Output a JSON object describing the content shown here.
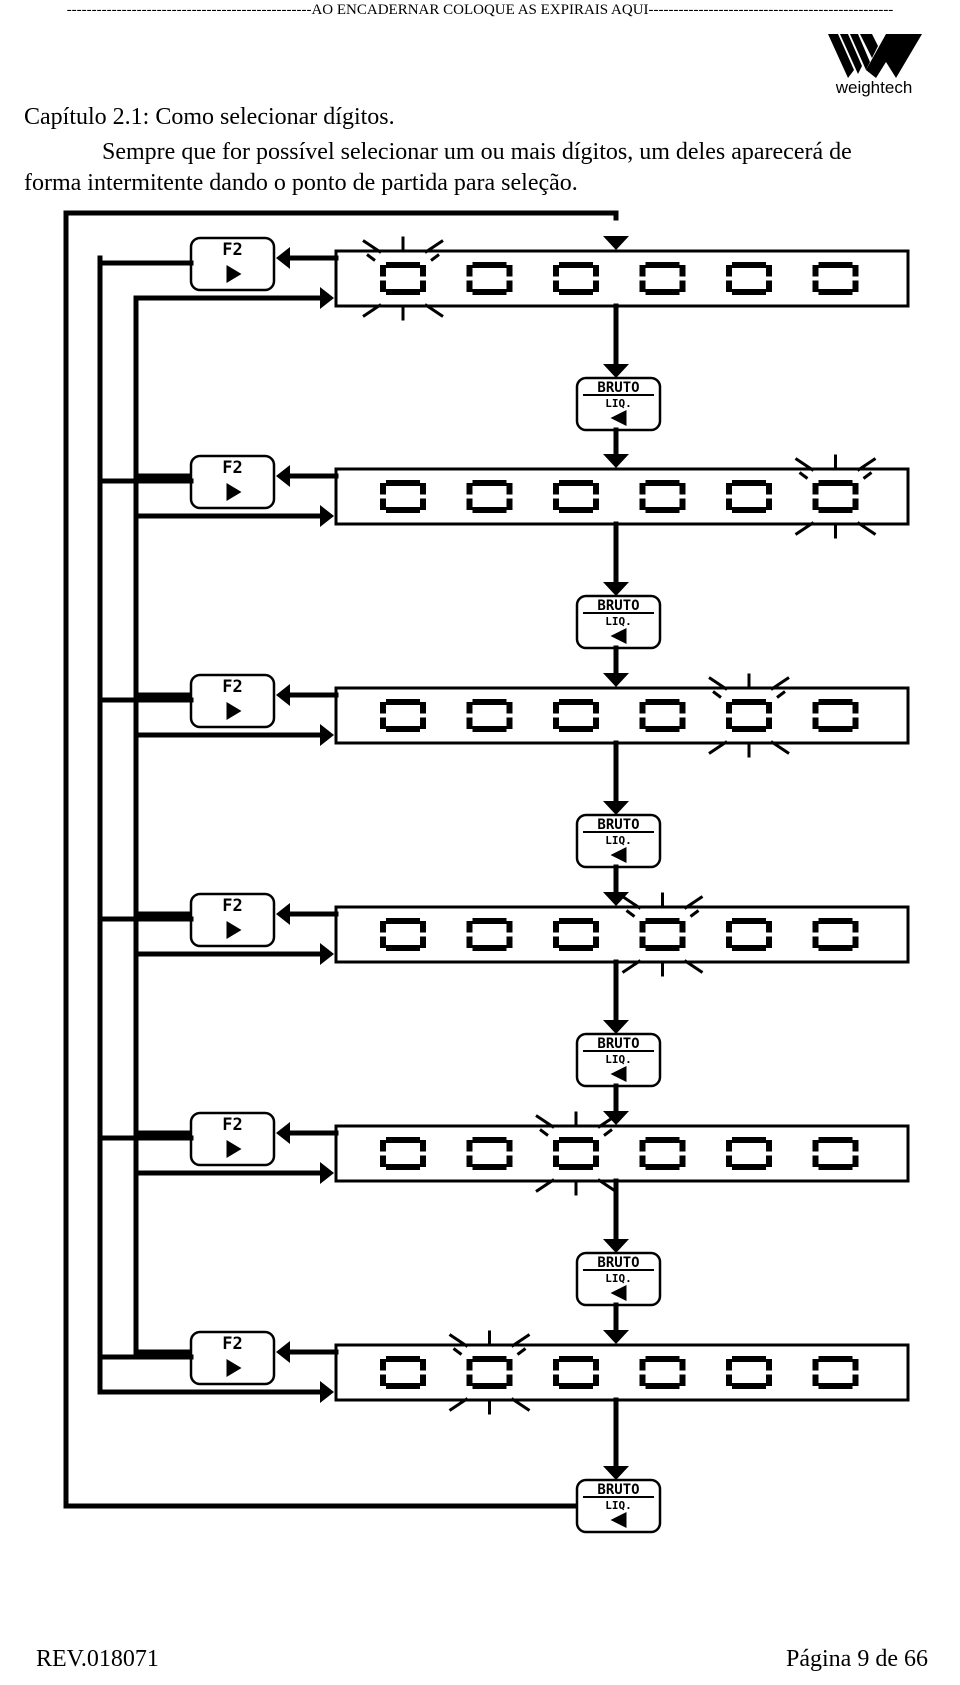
{
  "header": {
    "binding_note": "-------------------------------------------------AO ENCADERNAR COLOQUE AS EXPIRAIS AQUI-------------------------------------------------",
    "logo_text": "weightech"
  },
  "content": {
    "chapter_title": "Capítulo 2.1: Como selecionar dígitos.",
    "paragraph_line1": "Sempre que for possível selecionar um ou mais dígitos, um deles  aparecerá de",
    "paragraph_line2": "forma intermitente dando o ponto de partida para seleção."
  },
  "diagram": {
    "key_f2": {
      "top_label": "F2",
      "symbol": "right-arrow-icon"
    },
    "key_bruto": {
      "top_label": "BRUTO",
      "bottom_label": "LIQ.",
      "symbol": "left-arrow-icon"
    },
    "digits_per_display": 6,
    "displays": [
      {
        "blinking_digit": 1
      },
      {
        "blinking_digit": 6
      },
      {
        "blinking_digit": 5
      },
      {
        "blinking_digit": 4
      },
      {
        "blinking_digit": 3
      },
      {
        "blinking_digit": 2
      }
    ]
  },
  "footer": {
    "revision": "REV.018071",
    "page": "Página 9 de 66"
  }
}
